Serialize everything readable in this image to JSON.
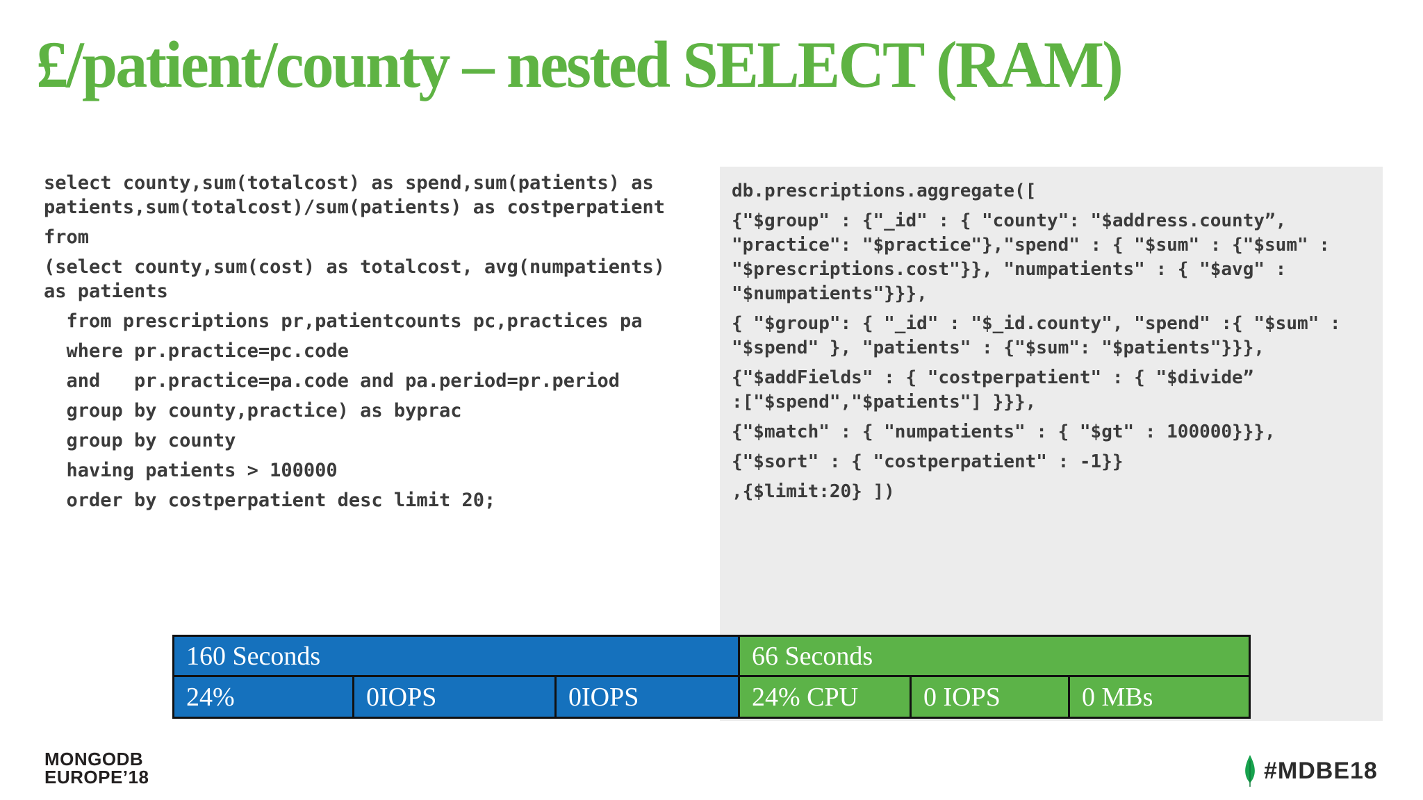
{
  "slide": {
    "title": "£/patient/county – nested SELECT (RAM)"
  },
  "sql_panel": {
    "language": "sql",
    "paragraphs": [
      "select county,sum(totalcost) as spend,sum(patients) as\npatients,sum(totalcost)/sum(patients) as costperpatient",
      "from",
      "(select county,sum(cost) as totalcost, avg(numpatients)\nas patients",
      "  from prescriptions pr,patientcounts pc,practices pa",
      "  where pr.practice=pc.code",
      "  and   pr.practice=pa.code and pa.period=pr.period",
      "  group by county,practice) as byprac",
      "  group by county",
      "  having patients > 100000",
      "  order by costperpatient desc limit 20;"
    ]
  },
  "mongo_panel": {
    "language": "mongodb-aggregation",
    "paragraphs": [
      "db.prescriptions.aggregate([",
      "{\"$group\" : {\"_id\" : { \"county\": \"$address.county”,\n\"practice\": \"$practice\"},\"spend\" : { \"$sum\" : {\"$sum\" :\n\"$prescriptions.cost\"}}, \"numpatients\" : { \"$avg\" :\n\"$numpatients\"}}},",
      "{ \"$group\": { \"_id\" : \"$_id.county\", \"spend\" :{ \"$sum\" :\n\"$spend\" }, \"patients\" : {\"$sum\": \"$patients\"}}},",
      "{\"$addFields\" : { \"costperpatient\" : { \"$divide”\n:[\"$spend\",\"$patients\"] }}},",
      "{\"$match\" : { \"numpatients\" : { \"$gt\" : 100000}}},",
      "{\"$sort\" : { \"costperpatient\" : -1}}",
      ",{$limit:20} ])"
    ]
  },
  "results_table": {
    "sql": {
      "time": "160 Seconds",
      "cells": [
        "24%",
        "0IOPS",
        "0IOPS"
      ]
    },
    "mongo": {
      "time": "66 Seconds",
      "cells": [
        "24% CPU",
        "0 IOPS",
        "0 MBs"
      ]
    }
  },
  "footer": {
    "logo_line1": "MONGODB",
    "logo_line2": "EUROPE’18",
    "hashtag": "#MDBE18",
    "leaf_icon": "mongodb-leaf-icon"
  },
  "colors": {
    "title_green": "#5EB343",
    "table_blue": "#1571BD",
    "table_green": "#5CB348",
    "code_background": "#ECECEC",
    "code_text": "#3B3B3B",
    "leaf_green": "#17A24D"
  }
}
